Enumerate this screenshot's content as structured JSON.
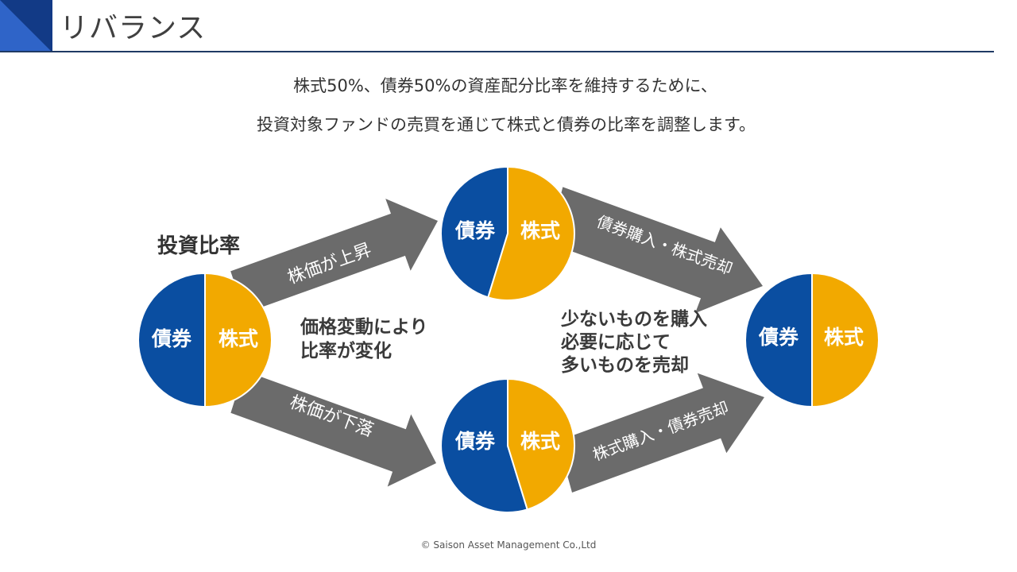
{
  "header": {
    "title": "リバランス"
  },
  "intro": {
    "line1": "株式50%、債券50%の資産配分比率を維持するために、",
    "line2": "投資対象ファンドの売買を通じて株式と債券の比率を調整します。"
  },
  "diagram": {
    "ratio_heading": "投資比率",
    "bond_label": "債券",
    "stock_label": "株式",
    "arrow_up_label": "株価が上昇",
    "arrow_down_label": "株価が下落",
    "arrow_rebalance_top_label": "債券購入・株式売却",
    "arrow_rebalance_bottom_label": "株式購入・債券売却",
    "change_note": [
      "価格変動により",
      "比率が変化"
    ],
    "rule_note": [
      "少ないものを購入",
      "必要に応じて",
      "多いものを売却"
    ],
    "colors": {
      "bond": "#0a4ea1",
      "stock": "#f2a900",
      "arrow": "#6b6b6b",
      "title_rule": "#1f3a64"
    }
  },
  "footer": {
    "copyright": "©  Saison Asset Management Co.,Ltd"
  }
}
